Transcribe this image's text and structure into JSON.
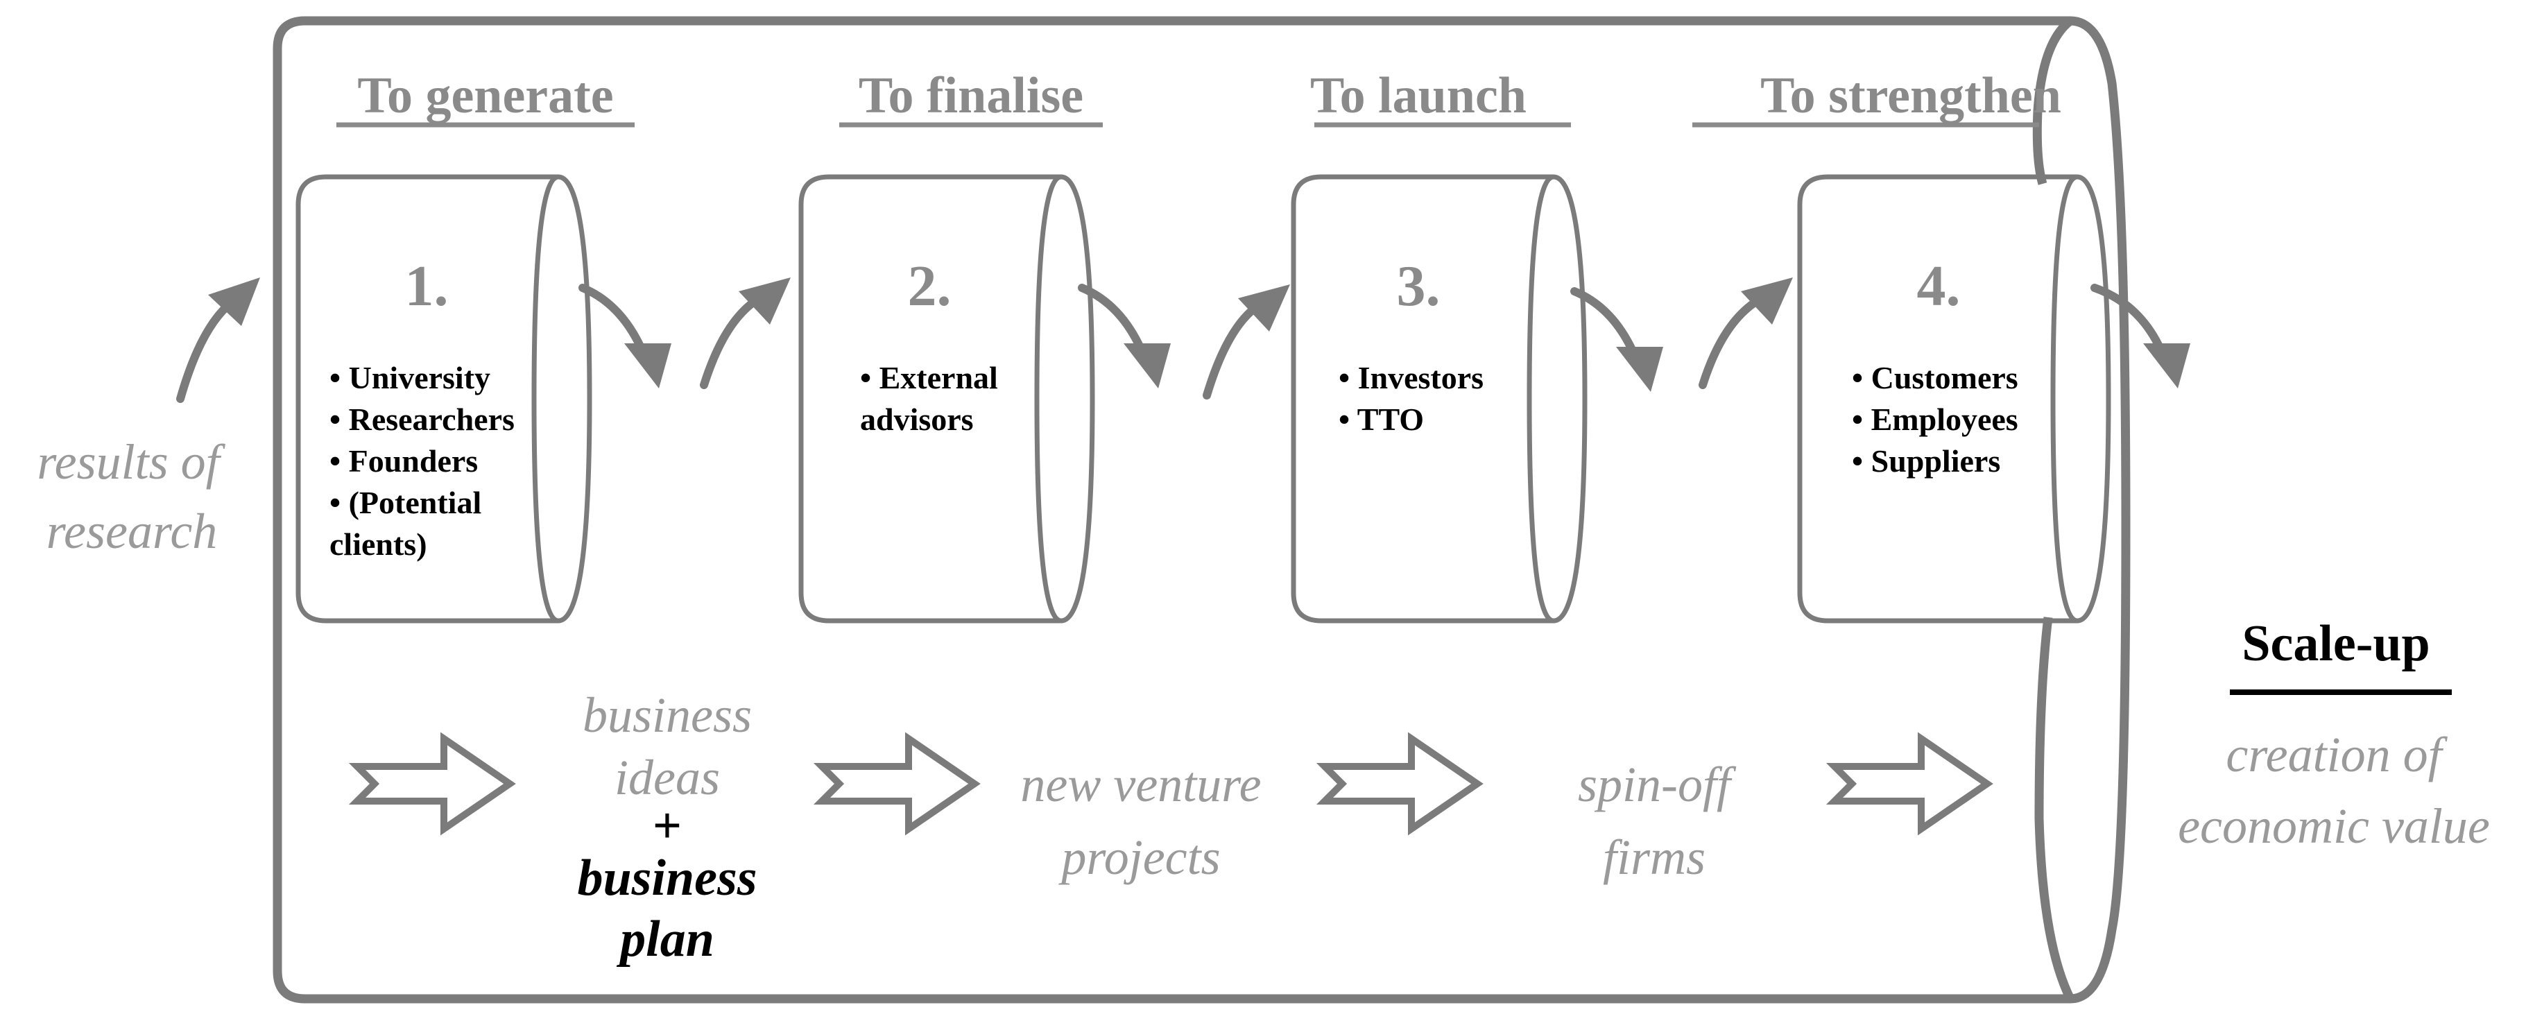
{
  "stages": [
    {
      "title": "To generate",
      "number": "1.",
      "bullets": [
        "• University",
        "• Researchers",
        "• Founders",
        "• (Potential",
        "clients)"
      ]
    },
    {
      "title": "To finalise",
      "number": "2.",
      "bullets": [
        "• External",
        "advisors"
      ]
    },
    {
      "title": "To launch",
      "number": "3.",
      "bullets": [
        "• Investors",
        "• TTO"
      ]
    },
    {
      "title": "To strengthen",
      "number": "4.",
      "bullets": [
        "• Customers",
        "• Employees",
        "• Suppliers"
      ]
    }
  ],
  "input": {
    "line1": "results of",
    "line2": "research"
  },
  "outputs": [
    {
      "lines": [
        "business",
        "ideas"
      ],
      "plus": "+",
      "plan_lines": [
        "business",
        "plan"
      ]
    },
    {
      "lines": [
        "new venture",
        "projects"
      ]
    },
    {
      "lines": [
        "spin-off",
        "firms"
      ]
    }
  ],
  "result": {
    "title": "Scale-up",
    "line1": "creation of",
    "line2": "economic value"
  },
  "colors": {
    "gray": "#7b7b7b",
    "light_text": "#9a9a9a",
    "text": "#000000"
  }
}
